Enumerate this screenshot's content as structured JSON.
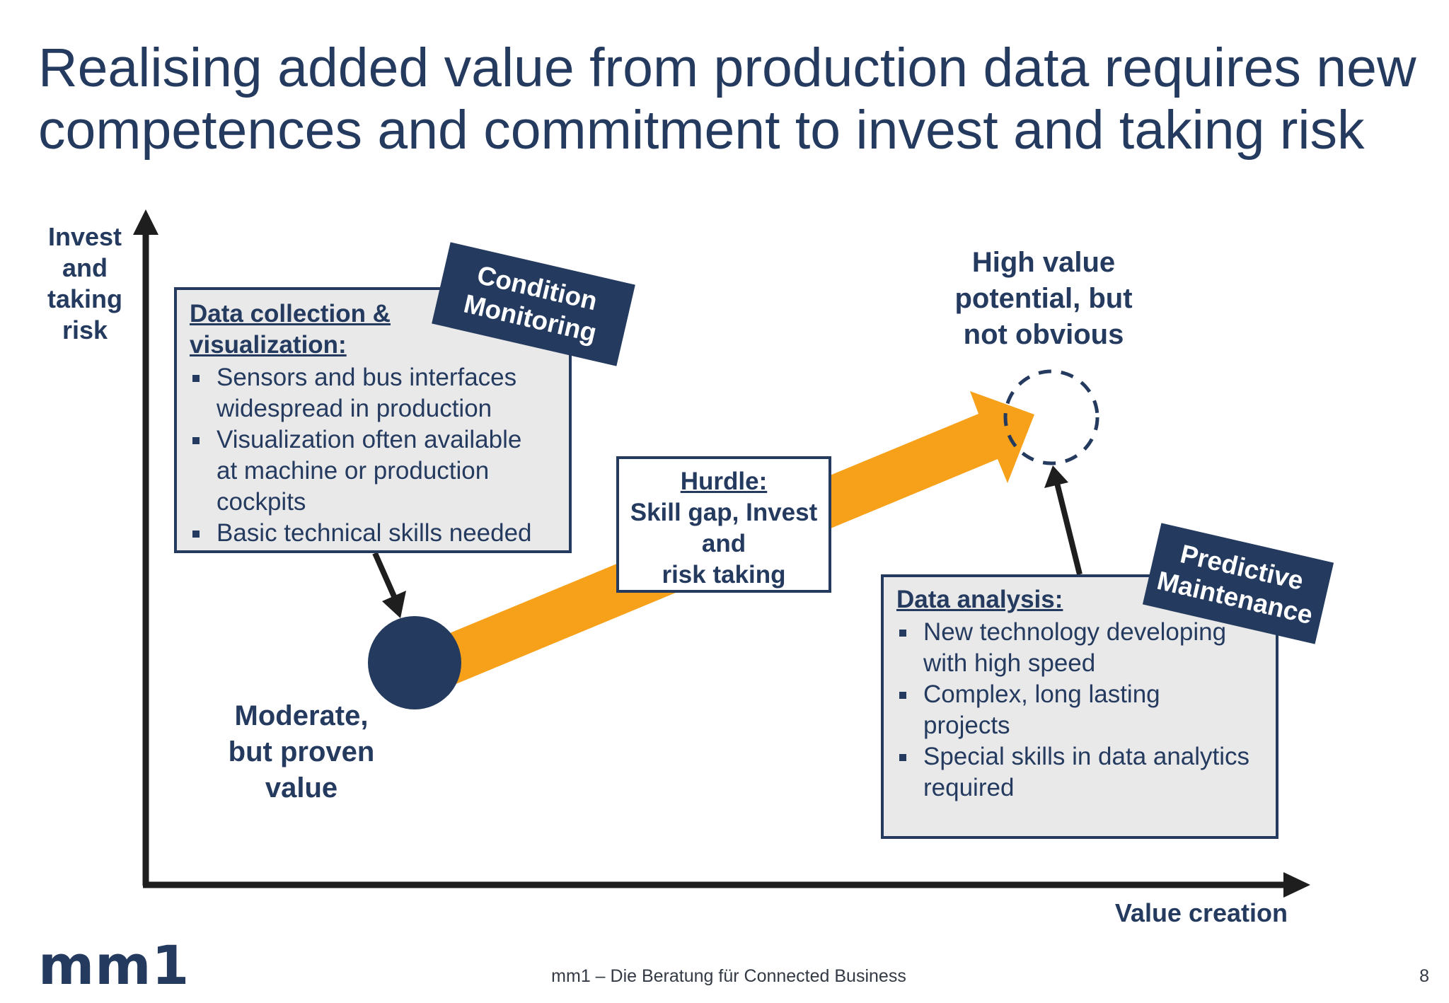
{
  "slide": {
    "title_lines": [
      "Realising added value from production data requires new",
      "competences and commitment to invest and taking risk"
    ]
  },
  "axes": {
    "y_label_lines": [
      "Invest",
      "and",
      "taking",
      "risk"
    ],
    "x_label": "Value creation"
  },
  "box_left": {
    "heading_lines": [
      "Data collection &",
      "visualization:"
    ],
    "bullets": [
      [
        "Sensors and bus interfaces",
        "widespread in production"
      ],
      [
        "Visualization often available",
        "at machine or production",
        "cockpits"
      ],
      [
        "Basic technical skills needed"
      ]
    ],
    "tag_lines": [
      "Condition",
      "Monitoring"
    ]
  },
  "box_right": {
    "heading": "Data analysis:",
    "bullets": [
      [
        "New technology developing",
        "with high speed"
      ],
      [
        "Complex, long lasting",
        "projects"
      ],
      [
        "Special skills in data analytics",
        "required"
      ]
    ],
    "tag_lines": [
      "Predictive",
      "Maintenance"
    ]
  },
  "hurdle": {
    "heading": "Hurdle:",
    "lines": [
      "Skill gap, Invest",
      "and",
      "risk taking"
    ]
  },
  "notes": {
    "high_value_lines": [
      "High value",
      "potential, but",
      "not obvious"
    ],
    "moderate_lines": [
      "Moderate,",
      "but proven",
      "value"
    ]
  },
  "colors": {
    "navy": "#243a5e",
    "orange": "#f7a11a",
    "box_fill": "#e9e9ea",
    "axis": "#1e1e1e"
  },
  "footer": {
    "logo": "mm1",
    "tagline": "mm1 – Die Beratung für Connected Business",
    "page_number": "8"
  }
}
